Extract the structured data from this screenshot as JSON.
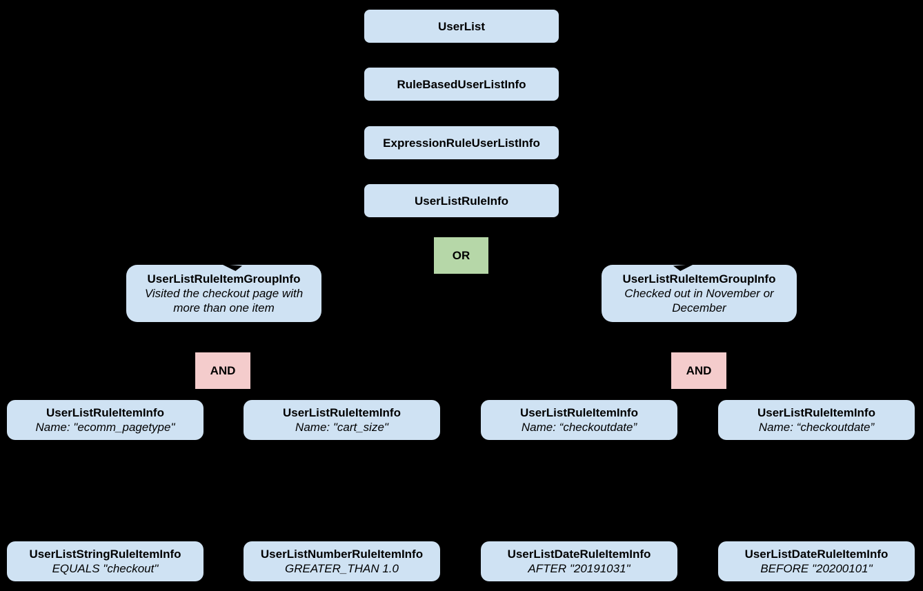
{
  "diagram": {
    "chain": [
      "UserList",
      "RuleBasedUserListInfo",
      "ExpressionRuleUserListInfo",
      "UserListRuleInfo"
    ],
    "operators": {
      "or": "OR",
      "and": "AND"
    },
    "groups": [
      {
        "title": "UserListRuleItemGroupInfo",
        "description": "Visited the checkout page with more than one item"
      },
      {
        "title": "UserListRuleItemGroupInfo",
        "description": "Checked out in November or December"
      }
    ],
    "rule_items": [
      {
        "title": "UserListRuleItemInfo",
        "detail": "Name: \"ecomm_pagetype\""
      },
      {
        "title": "UserListRuleItemInfo",
        "detail": "Name: \"cart_size\""
      },
      {
        "title": "UserListRuleItemInfo",
        "detail": "Name: “checkoutdate”"
      },
      {
        "title": "UserListRuleItemInfo",
        "detail": "Name: “checkoutdate”"
      }
    ],
    "leaf_items": [
      {
        "title": "UserListStringRuleItemInfo",
        "detail": "EQUALS \"checkout\""
      },
      {
        "title": "UserListNumberRuleItemInfo",
        "detail": "GREATER_THAN 1.0"
      },
      {
        "title": "UserListDateRuleItemInfo",
        "detail": "AFTER \"20191031\""
      },
      {
        "title": "UserListDateRuleItemInfo",
        "detail": "BEFORE \"20200101\""
      }
    ],
    "colors": {
      "background": "#000000",
      "node_fill": "#cfe2f3",
      "or_fill": "#b6d7a8",
      "and_fill": "#f4cccc",
      "text": "#000000"
    }
  }
}
